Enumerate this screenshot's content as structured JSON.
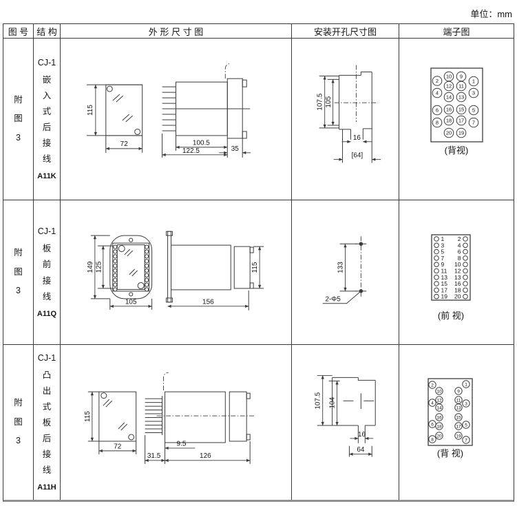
{
  "unit_label": "单位：mm",
  "headers": {
    "fig_no": "图 号",
    "structure": "结 构",
    "outline": "外 形 尺 寸 图",
    "install": "安装开孔尺寸图",
    "terminal": "端子图"
  },
  "rows": [
    {
      "fig_no": "附图3",
      "structure": {
        "model": "CJ-1",
        "type": "嵌入式后接线",
        "code": "A11K"
      },
      "outline": {
        "height": "115",
        "width": "72",
        "len1": "100.5",
        "len2": "122.5",
        "flange": "35"
      },
      "install": {
        "h1": "107.5",
        "h2": "105",
        "w1": "16",
        "w2": "[64]"
      },
      "terminal": {
        "view_label": "(背视)",
        "inner_left": [
          "10",
          "12",
          "14",
          "16",
          "18",
          "20"
        ],
        "inner_right": [
          "9",
          "11",
          "13",
          "15",
          "17",
          "19"
        ],
        "outer_left": [
          "2",
          "4",
          "6",
          "8"
        ],
        "outer_right": [
          "1",
          "3",
          "5",
          "7"
        ]
      }
    },
    {
      "fig_no": "附图3",
      "structure": {
        "model": "CJ-1",
        "type": "板前接线",
        "code": "A11Q"
      },
      "outline": {
        "outer_h": "149",
        "inner_h": "125",
        "width": "105",
        "length": "156",
        "side_h": "115"
      },
      "install": {
        "dist": "133",
        "holes": "2-Φ5"
      },
      "terminal": {
        "view_label": "(前 视)",
        "left": [
          "1",
          "3",
          "5",
          "7",
          "9",
          "11",
          "13",
          "15",
          "17",
          "19"
        ],
        "right": [
          "2",
          "4",
          "6",
          "8",
          "10",
          "12",
          "13",
          "16",
          "18",
          "20"
        ]
      }
    },
    {
      "fig_no": "附图3",
      "structure": {
        "model": "CJ-1",
        "type": "凸出式板后接线",
        "code": "A11H"
      },
      "outline": {
        "height": "115",
        "width": "72",
        "pin_len": "31.5",
        "gap": "9.5",
        "length": "126"
      },
      "install": {
        "h1": "107.5",
        "h2": "104",
        "w1": "16",
        "w2": "64"
      },
      "terminal": {
        "view_label": "(背 视)",
        "inner_left": [
          "10",
          "12",
          "14",
          "16",
          "18",
          "20"
        ],
        "inner_right": [
          "9",
          "11",
          "13",
          "15",
          "17",
          "19"
        ],
        "outer_left": [
          "2",
          "4",
          "6",
          "8"
        ],
        "outer_right": [
          "1",
          "3",
          "5",
          "7"
        ]
      }
    }
  ]
}
